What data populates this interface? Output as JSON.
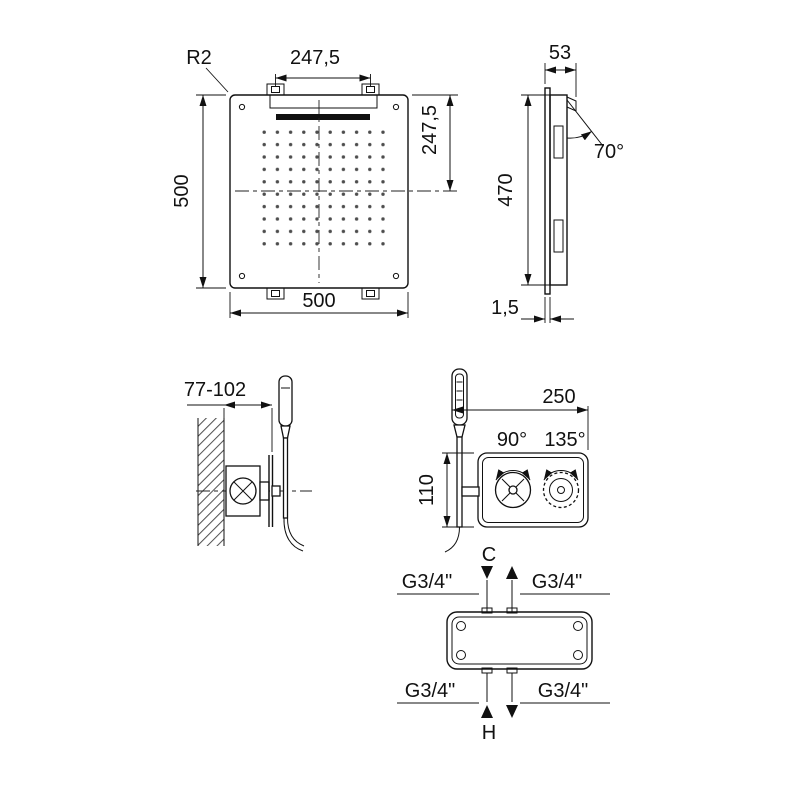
{
  "front_view": {
    "radius": "R2",
    "top_width": "247,5",
    "right_height": "247,5",
    "left_height": "500",
    "bottom_width": "500"
  },
  "side_view": {
    "depth": "53",
    "height": "470",
    "angle": "70°",
    "thickness": "1,5"
  },
  "rough_in": {
    "depth_range": "77-102"
  },
  "trim": {
    "width": "250",
    "height": "110",
    "angle_left": "90°",
    "angle_right": "135°"
  },
  "connections": {
    "cold": "C",
    "hot": "H",
    "top_left_thread": "G3/4\"",
    "top_right_thread": "G3/4\"",
    "bottom_left_thread": "G3/4\"",
    "bottom_right_thread": "G3/4\""
  }
}
